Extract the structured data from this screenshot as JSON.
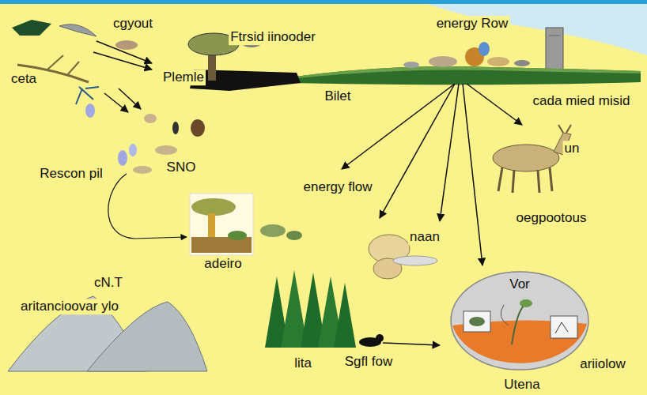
{
  "diagram": {
    "nodes": [
      {
        "text": [
          "Vor"
        ]
      }
    ],
    "labels": [
      "cgyout",
      "Ftrsid iinooder",
      "energy Row",
      "ceta",
      "Plemle",
      "Bilet",
      "cada mied misid",
      "un",
      "Rescon pil",
      "SNO",
      "energy flow",
      "oegpootous",
      "adeiro",
      "naan",
      "cN.T",
      "aritancioovar ylo",
      "lita",
      "Sgfl fow",
      "ariiolow",
      "Utena"
    ]
  }
}
